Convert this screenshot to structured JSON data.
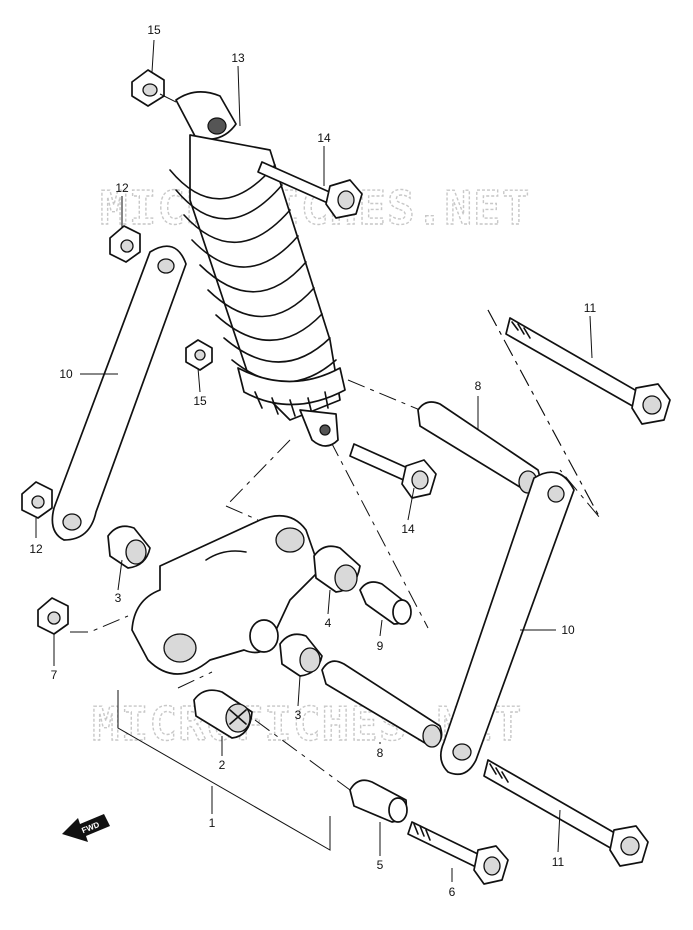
{
  "watermark": "MICROFICHES.NET",
  "direction_marker": "FWD",
  "callouts": [
    {
      "id": "c15a",
      "label": "15"
    },
    {
      "id": "c13",
      "label": "13"
    },
    {
      "id": "c14a",
      "label": "14"
    },
    {
      "id": "c12a",
      "label": "12"
    },
    {
      "id": "c10a",
      "label": "10"
    },
    {
      "id": "c15b",
      "label": "15"
    },
    {
      "id": "c11a",
      "label": "11"
    },
    {
      "id": "c8a",
      "label": "8"
    },
    {
      "id": "c14b",
      "label": "14"
    },
    {
      "id": "c12b",
      "label": "12"
    },
    {
      "id": "c3a",
      "label": "3"
    },
    {
      "id": "c4",
      "label": "4"
    },
    {
      "id": "c9",
      "label": "9"
    },
    {
      "id": "c10b",
      "label": "10"
    },
    {
      "id": "c7",
      "label": "7"
    },
    {
      "id": "c3b",
      "label": "3"
    },
    {
      "id": "c8b",
      "label": "8"
    },
    {
      "id": "c2",
      "label": "2"
    },
    {
      "id": "c1",
      "label": "1"
    },
    {
      "id": "c5",
      "label": "5"
    },
    {
      "id": "c6",
      "label": "6"
    },
    {
      "id": "c11b",
      "label": "11"
    }
  ]
}
